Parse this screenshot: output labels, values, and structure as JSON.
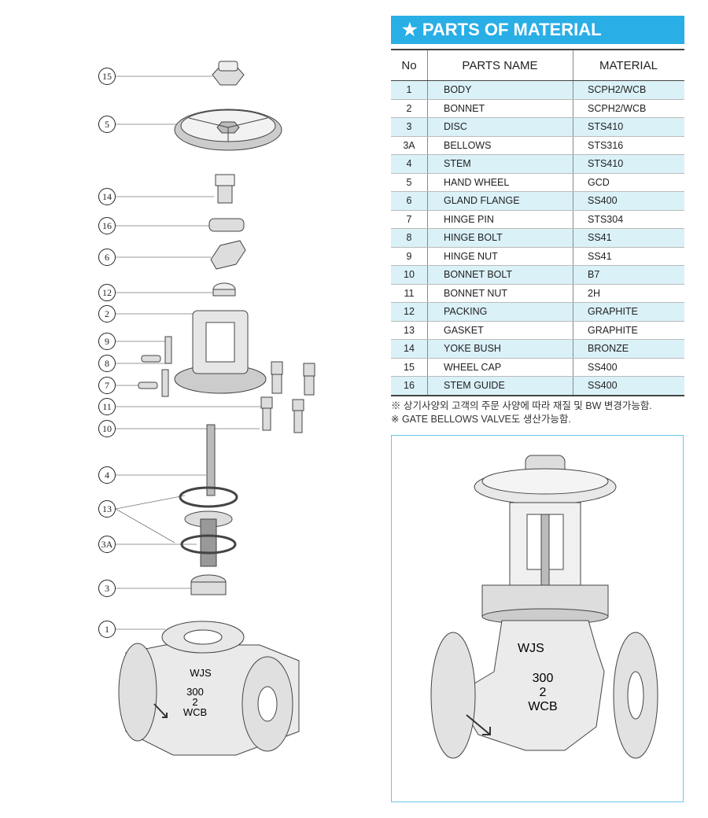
{
  "table": {
    "title": "★ PARTS OF MATERIAL",
    "headers": {
      "no": "No",
      "name": "PARTS  NAME",
      "material": "MATERIAL"
    },
    "rows": [
      {
        "no": "1",
        "name": "BODY",
        "material": "SCPH2/WCB"
      },
      {
        "no": "2",
        "name": "BONNET",
        "material": "SCPH2/WCB"
      },
      {
        "no": "3",
        "name": "DISC",
        "material": "STS410"
      },
      {
        "no": "3A",
        "name": "BELLOWS",
        "material": "STS316"
      },
      {
        "no": "4",
        "name": "STEM",
        "material": "STS410"
      },
      {
        "no": "5",
        "name": "HAND WHEEL",
        "material": "GCD"
      },
      {
        "no": "6",
        "name": "GLAND FLANGE",
        "material": "SS400"
      },
      {
        "no": "7",
        "name": "HINGE PIN",
        "material": "STS304"
      },
      {
        "no": "8",
        "name": "HINGE BOLT",
        "material": "SS41"
      },
      {
        "no": "9",
        "name": "HINGE NUT",
        "material": "SS41"
      },
      {
        "no": "10",
        "name": "BONNET BOLT",
        "material": "B7"
      },
      {
        "no": "11",
        "name": "BONNET NUT",
        "material": "2H"
      },
      {
        "no": "12",
        "name": "PACKING",
        "material": "GRAPHITE"
      },
      {
        "no": "13",
        "name": "GASKET",
        "material": "GRAPHITE"
      },
      {
        "no": "14",
        "name": "YOKE BUSH",
        "material": "BRONZE"
      },
      {
        "no": "15",
        "name": "WHEEL CAP",
        "material": "SS400"
      },
      {
        "no": "16",
        "name": "STEM GUIDE",
        "material": "SS400"
      }
    ]
  },
  "notes": [
    "※ 상기사양외 고객의 주문 사양에 따라 재질 및 BW 변경가능함.",
    "※ GATE BELLOWS VALVE도 생산가능함."
  ],
  "callouts": [
    "15",
    "5",
    "14",
    "16",
    "6",
    "12",
    "2",
    "9",
    "8",
    "7",
    "11",
    "10",
    "4",
    "13",
    "3A",
    "3",
    "1"
  ],
  "body_marking": {
    "brand": "WJS",
    "rating": "300",
    "size": "2",
    "material": "WCB"
  },
  "colors": {
    "accent": "#29aee6",
    "row_tint": "#daf1f8"
  }
}
